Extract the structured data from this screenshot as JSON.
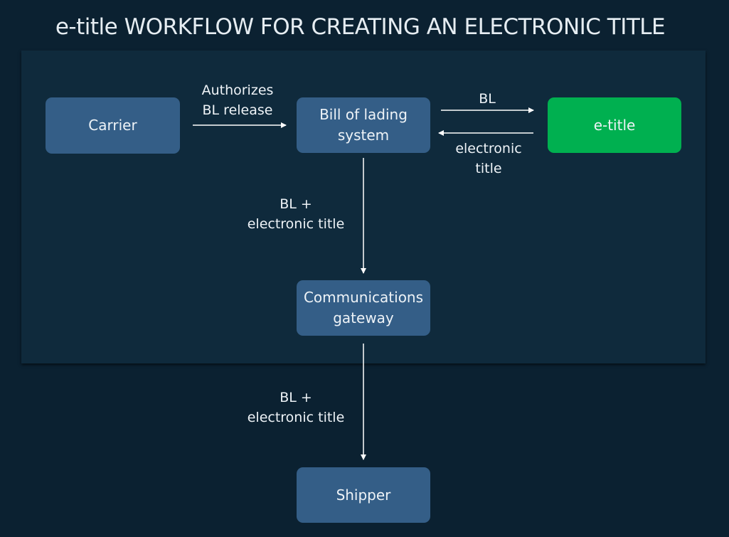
{
  "title": "e-title WORKFLOW FOR CREATING AN ELECTRONIC TITLE",
  "nodes": {
    "carrier": "Carrier",
    "bill_of_lading_line1": "Bill of lading",
    "bill_of_lading_line2": "system",
    "etitle": "e-title",
    "gateway_line1": "Communications",
    "gateway_line2": "gateway",
    "shipper": "Shipper"
  },
  "edges": {
    "carrier_to_bl_line1": "Authorizes",
    "carrier_to_bl_line2": "BL release",
    "bl_to_etitle": "BL",
    "etitle_to_bl_line1": "electronic",
    "etitle_to_bl_line2": "title",
    "bl_to_gateway_line1": "BL +",
    "bl_to_gateway_line2": "electronic title",
    "gateway_to_shipper_line1": "BL +",
    "gateway_to_shipper_line2": "electronic title"
  },
  "colors": {
    "background": "#0b2131",
    "panel": "#0f2a3c",
    "node": "#345e87",
    "highlight_node": "#00b050"
  }
}
